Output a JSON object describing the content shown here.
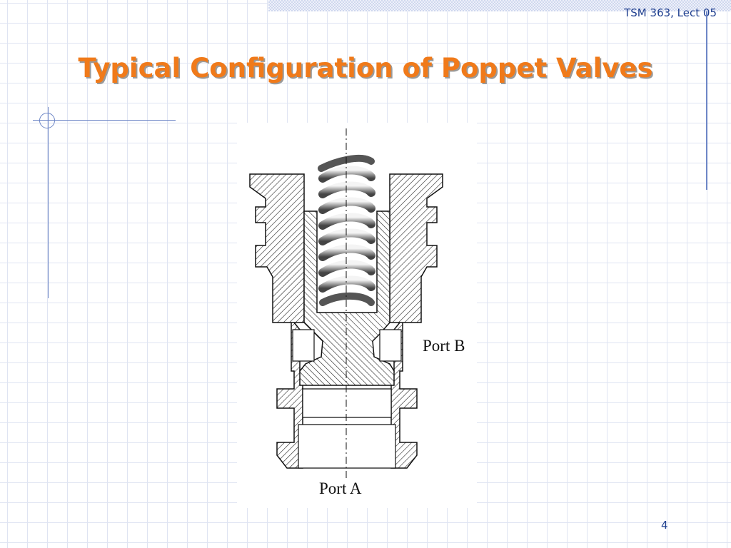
{
  "header": {
    "lecture_ref": "TSM 363, Lect 05"
  },
  "slide": {
    "title": "Typical Configuration of Poppet Valves",
    "page_number": "4"
  },
  "diagram": {
    "port_b_label": "Port B",
    "port_a_label": "Port A"
  },
  "colors": {
    "title": "#f07a1a",
    "accent": "#1f3f8f",
    "rule": "#6d86c6"
  }
}
